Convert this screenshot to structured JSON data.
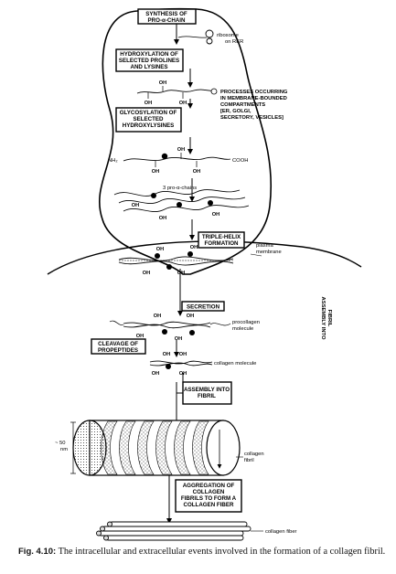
{
  "boxes": {
    "synthesis": [
      "SYNTHESIS OF",
      "PRO-α-CHAIN"
    ],
    "hydroxylation": [
      "HYDROXYLATION OF",
      "SELECTED PROLINES",
      "AND LYSINES"
    ],
    "glycosylation": [
      "GLYCOSYLATION OF",
      "SELECTED",
      "HYDROXYLYSINES"
    ],
    "triple_helix": [
      "TRIPLE-HELIX",
      "FORMATION"
    ],
    "secretion": [
      "SECRETION"
    ],
    "cleavage": [
      "CLEAVAGE OF",
      "PROPEPTIDES"
    ],
    "assembly": [
      "ASSEMBLY INTO",
      "FIBRIL"
    ],
    "aggregation": [
      "AGGREGATION OF",
      "COLLAGEN",
      "FIBRILS TO FORM A",
      "COLLAGEN FIBER"
    ]
  },
  "labels": {
    "ribosome": [
      "ribosome",
      "on RER"
    ],
    "processes": [
      "PROCESSES OCCURRING",
      "IN MEMBRANE-BOUNDED",
      "COMPARTMENTS",
      "[ER, GOLGI,",
      "SECRETORY, VESICLES]"
    ],
    "nh2": "NH₂",
    "cooh": "COOH",
    "oh": "OH",
    "three_chains": "3 pro-α-chains",
    "plasma_membrane": [
      "plasma",
      "membrane"
    ],
    "procollagen": [
      "procollagen",
      "molecule"
    ],
    "collagen_molecule": "collagen molecule",
    "size": [
      "~ 50",
      "nm"
    ],
    "collagen_fibril": [
      "collagen",
      "fibril"
    ],
    "collagen_fiber": "collagen fiber",
    "side_label": [
      "ASSEMBLY INTO",
      "FIBRIL"
    ]
  },
  "caption": {
    "prefix": "Fig. 4.10:",
    "text": " The intracellular and extracellular events involved in the formation of a collagen fibril."
  }
}
